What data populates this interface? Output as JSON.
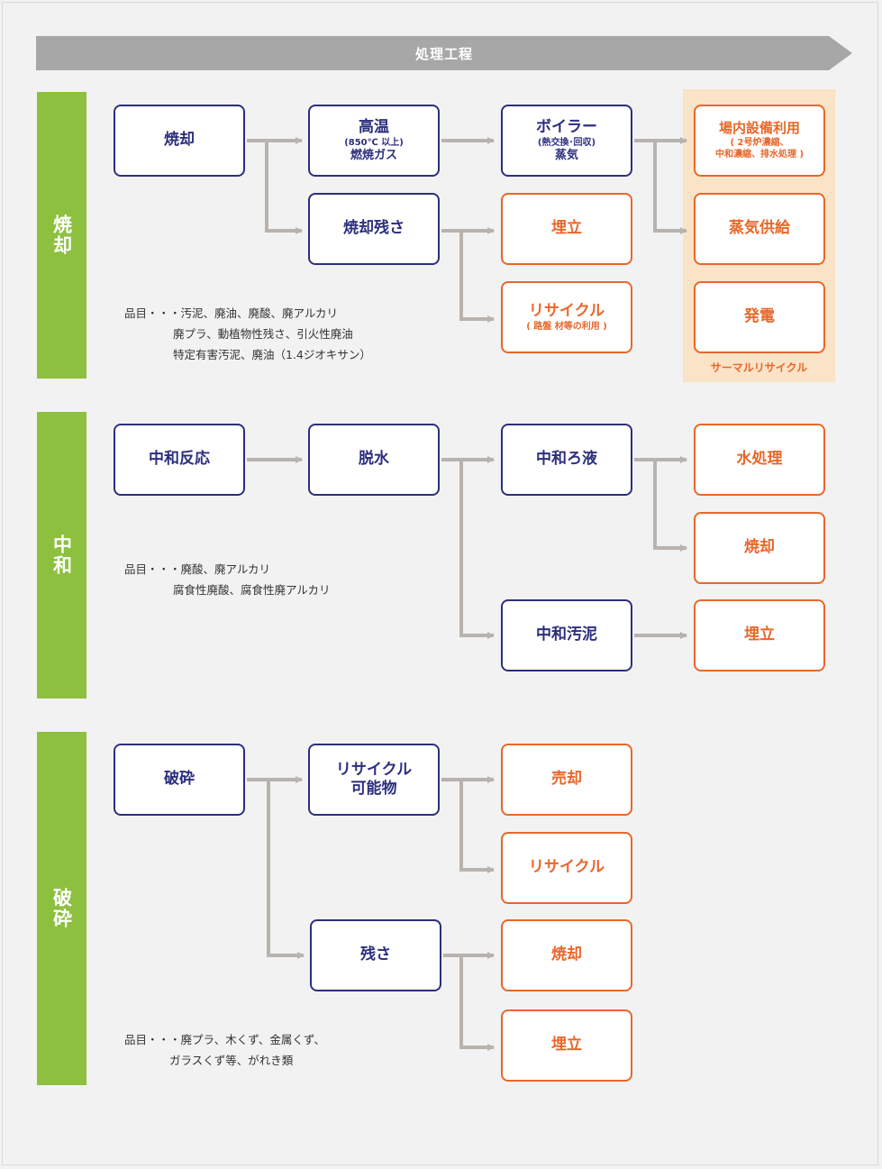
{
  "header": {
    "title": "処理工程"
  },
  "sections": {
    "incineration": {
      "label": "焼却",
      "nodes": {
        "burn": {
          "title": "焼却"
        },
        "hot_gas": {
          "title": "高温",
          "sub": "(850℃ 以上)",
          "title2": "燃焼ガス"
        },
        "boiler": {
          "title": "ボイラー",
          "sub": "(熱交換･回収)",
          "title2": "蒸気"
        },
        "residue": {
          "title": "焼却残さ"
        },
        "landfill": {
          "title": "埋立"
        },
        "recycle": {
          "title": "リサイクル",
          "sub": "( 路盤 材等の利用 )"
        },
        "onsite": {
          "title": "場内設備利用",
          "sub": "( 2号炉濃縮、",
          "sub2": "中和濃縮、排水処理 )"
        },
        "steam": {
          "title": "蒸気供給"
        },
        "power": {
          "title": "発電"
        }
      },
      "thermal_label": "サーマルリサイクル",
      "items": [
        "品目・・・汚泥、廃油、廃酸、廃アルカリ",
        "廃プラ、動植物性残さ、引火性廃油",
        "特定有害汚泥、廃油（1.4ジオキサン）"
      ]
    },
    "neutralization": {
      "label": "中和",
      "nodes": {
        "reaction": {
          "title": "中和反応"
        },
        "dewater": {
          "title": "脱水"
        },
        "filtrate": {
          "title": "中和ろ液"
        },
        "water": {
          "title": "水処理"
        },
        "burn": {
          "title": "焼却"
        },
        "sludge": {
          "title": "中和汚泥"
        },
        "landfill": {
          "title": "埋立"
        }
      },
      "items": [
        "品目・・・廃酸、廃アルカリ",
        "腐食性廃酸、腐食性廃アルカリ"
      ]
    },
    "crushing": {
      "label": "破砕",
      "nodes": {
        "crush": {
          "title": "破砕"
        },
        "recyclable": {
          "title": "リサイクル",
          "title2": "可能物"
        },
        "sale": {
          "title": "売却"
        },
        "recycle": {
          "title": "リサイクル"
        },
        "residue": {
          "title": "残さ"
        },
        "burn": {
          "title": "焼却"
        },
        "landfill": {
          "title": "埋立"
        }
      },
      "items": [
        "品目・・・廃プラ、木くず、金属くず、",
        "ガラスくず等、がれき類"
      ]
    }
  },
  "colors": {
    "process": "#2c2f7d",
    "output": "#e8672a",
    "band": "#8dc03f",
    "arrow": "#b8b3ad",
    "thermal_bg": "#fae3c6"
  }
}
